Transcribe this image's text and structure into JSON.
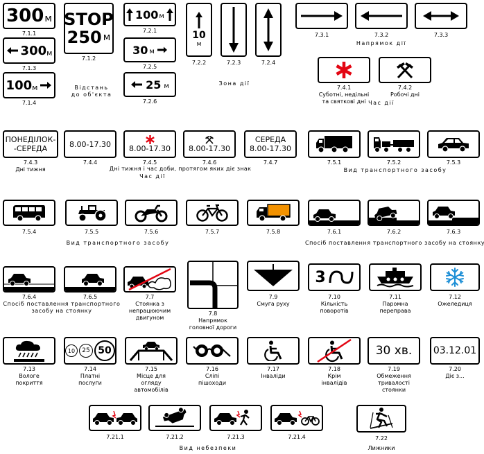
{
  "signs": {
    "s711": {
      "code": "7.1.1",
      "value": "300",
      "unit": "м"
    },
    "s712": {
      "code": "7.1.2",
      "word": "STOP",
      "value": "250",
      "unit": "м"
    },
    "s713": {
      "code": "7.1.3",
      "value": "300",
      "unit": "м"
    },
    "s714": {
      "code": "7.1.4",
      "value": "100",
      "unit": "м"
    },
    "s721": {
      "code": "7.2.1",
      "value": "100",
      "unit": "м"
    },
    "s725": {
      "code": "7.2.5",
      "value": "30",
      "unit": "м"
    },
    "s726": {
      "code": "7.2.6",
      "value": "25",
      "unit": "м"
    },
    "s722": {
      "code": "7.2.2",
      "value": "10",
      "unit": "м"
    },
    "s723": {
      "code": "7.2.3"
    },
    "s724": {
      "code": "7.2.4"
    },
    "s731": {
      "code": "7.3.1"
    },
    "s732": {
      "code": "7.3.2"
    },
    "s733": {
      "code": "7.3.3"
    },
    "s741": {
      "code": "7.4.1",
      "caption": [
        "Суботні, недільні",
        "та святкові дні"
      ]
    },
    "s742": {
      "code": "7.4.2",
      "caption": [
        "Робочі дні"
      ]
    },
    "s743": {
      "code": "7.4.3",
      "line1": "ПОНЕДІЛОК-",
      "line2": "-СЕРЕДА",
      "caption": [
        "Дні тижня"
      ]
    },
    "s744": {
      "code": "7.4.4",
      "time": "8.00-17.30"
    },
    "s745": {
      "code": "7.4.5",
      "time": "8.00-17.30"
    },
    "s746": {
      "code": "7.4.6",
      "time": "8.00-17.30"
    },
    "s747": {
      "code": "7.4.7",
      "line1": "СЕРЕДА",
      "time": "8.00-17.30"
    },
    "s751": {
      "code": "7.5.1"
    },
    "s752": {
      "code": "7.5.2"
    },
    "s753": {
      "code": "7.5.3"
    },
    "s754": {
      "code": "7.5.4"
    },
    "s755": {
      "code": "7.5.5"
    },
    "s756": {
      "code": "7.5.6"
    },
    "s757": {
      "code": "7.5.7"
    },
    "s758": {
      "code": "7.5.8"
    },
    "s761": {
      "code": "7.6.1"
    },
    "s762": {
      "code": "7.6.2"
    },
    "s763": {
      "code": "7.6.3"
    },
    "s764": {
      "code": "7.6.4"
    },
    "s765": {
      "code": "7.6.5"
    },
    "s77": {
      "code": "7.7",
      "caption": [
        "Стоянка з",
        "непрацюючим",
        "двигуном"
      ]
    },
    "s78": {
      "code": "7.8",
      "caption": [
        "Напрямок",
        "головної дороги"
      ]
    },
    "s79": {
      "code": "7.9",
      "caption": [
        "Смуга   руху"
      ]
    },
    "s710": {
      "code": "7.10",
      "caption": [
        "Кількість",
        "поворотів"
      ],
      "value": "3"
    },
    "s711b": {
      "code": "7.11",
      "caption": [
        "Паромна",
        "переправа"
      ]
    },
    "s712b": {
      "code": "7.12",
      "caption": [
        "Ожеледиця"
      ]
    },
    "s713b": {
      "code": "7.13",
      "caption": [
        "Вологе",
        "покриття"
      ]
    },
    "s714b": {
      "code": "7.14",
      "caption": [
        "Платні",
        "послуги"
      ],
      "v1": "10",
      "v2": "25",
      "v3": "50"
    },
    "s715": {
      "code": "7.15",
      "caption": [
        "Місце для",
        "огляду",
        "автомобілів"
      ]
    },
    "s716": {
      "code": "7.16",
      "caption": [
        "Сліпі",
        "пішоходи"
      ]
    },
    "s717": {
      "code": "7.17",
      "caption": [
        "Інваліди"
      ]
    },
    "s718": {
      "code": "7.18",
      "caption": [
        "Крім",
        "інвалідів"
      ]
    },
    "s719": {
      "code": "7.19",
      "caption": [
        "Обмеження",
        "тривалості",
        "стоянки"
      ],
      "text": "30 хв."
    },
    "s720": {
      "code": "7.20",
      "caption": [
        "Діє з..."
      ],
      "text": "03.12.01"
    },
    "s7211": {
      "code": "7.21.1"
    },
    "s7212": {
      "code": "7.21.2"
    },
    "s7213": {
      "code": "7.21.3"
    },
    "s7214": {
      "code": "7.21.4"
    },
    "s722b": {
      "code": "7.22",
      "caption": [
        "Лижники"
      ]
    }
  },
  "groups": {
    "distance": [
      "Відстань",
      "до об'єкта"
    ],
    "zone": "Зона  дії",
    "direction": "Напрямок  дії",
    "time1": "Час  дії",
    "daysTime": "Дні тижня  і  час доби, протягом яких діє  знак",
    "time2": "Час  дії",
    "vehicle1": "Вид  транспортного  засобу",
    "vehicle2": "Вид  транспортного  засобу",
    "parking1": "Спосіб  поставлення  транспортного  засобу  на  стоянку",
    "parking2": [
      "Спосіб  поставлення  транспортного",
      "засобу  на  стоянку"
    ],
    "danger": "Вид  небезпеки"
  },
  "colors": {
    "red": "#e30613",
    "orange": "#f39200",
    "blue": "#1d8fd6"
  }
}
